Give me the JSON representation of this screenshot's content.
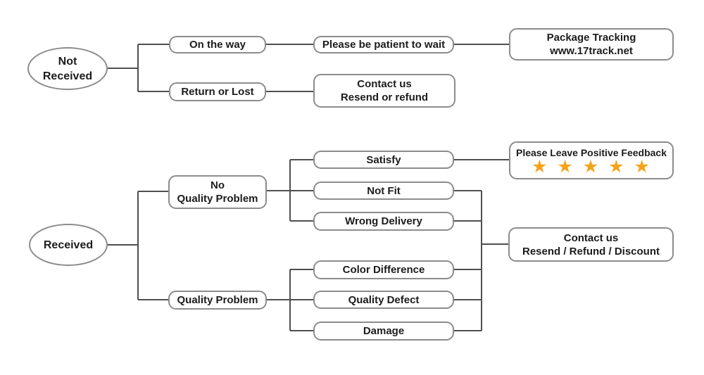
{
  "colors": {
    "star": "#f5a318",
    "box_border": "#8c8c8c",
    "line": "#4f4f4f",
    "text": "#1c1c1c",
    "background": "#ffffff"
  },
  "nodes": {
    "not_received": {
      "line1": "Not",
      "line2": "Received"
    },
    "on_the_way": {
      "label": "On the way"
    },
    "please_wait": {
      "label": "Please be patient to wait"
    },
    "package_tracking": {
      "line1": "Package Tracking",
      "line2": "www.17track.net"
    },
    "return_or_lost": {
      "label": "Return or Lost"
    },
    "contact_resend_refund": {
      "line1": "Contact us",
      "line2": "Resend or refund"
    },
    "received": {
      "label": "Received"
    },
    "no_quality_problem": {
      "line1": "No",
      "line2": "Quality Problem"
    },
    "satisfy": {
      "label": "Satisfy"
    },
    "positive_feedback": {
      "label": "Please Leave Positive Feedback",
      "stars": "★ ★ ★ ★ ★",
      "star_count": 5
    },
    "not_fit": {
      "label": "Not Fit"
    },
    "wrong_delivery": {
      "label": "Wrong Delivery"
    },
    "quality_problem": {
      "label": "Quality Problem"
    },
    "color_difference": {
      "label": "Color Difference"
    },
    "quality_defect": {
      "label": "Quality Defect"
    },
    "damage": {
      "label": "Damage"
    },
    "contact_discount": {
      "line1": "Contact us",
      "line2": "Resend / Refund / Discount"
    }
  },
  "edges": [
    {
      "from": "not_received",
      "to": "on_the_way"
    },
    {
      "from": "not_received",
      "to": "return_or_lost"
    },
    {
      "from": "on_the_way",
      "to": "please_wait"
    },
    {
      "from": "please_wait",
      "to": "package_tracking"
    },
    {
      "from": "return_or_lost",
      "to": "contact_resend_refund"
    },
    {
      "from": "received",
      "to": "no_quality_problem"
    },
    {
      "from": "received",
      "to": "quality_problem"
    },
    {
      "from": "no_quality_problem",
      "to": "satisfy"
    },
    {
      "from": "no_quality_problem",
      "to": "not_fit"
    },
    {
      "from": "no_quality_problem",
      "to": "wrong_delivery"
    },
    {
      "from": "satisfy",
      "to": "positive_feedback"
    },
    {
      "from": "quality_problem",
      "to": "color_difference"
    },
    {
      "from": "quality_problem",
      "to": "quality_defect"
    },
    {
      "from": "quality_problem",
      "to": "damage"
    },
    {
      "from": "not_fit",
      "to": "contact_discount"
    },
    {
      "from": "wrong_delivery",
      "to": "contact_discount"
    },
    {
      "from": "color_difference",
      "to": "contact_discount"
    },
    {
      "from": "quality_defect",
      "to": "contact_discount"
    },
    {
      "from": "damage",
      "to": "contact_discount"
    }
  ]
}
